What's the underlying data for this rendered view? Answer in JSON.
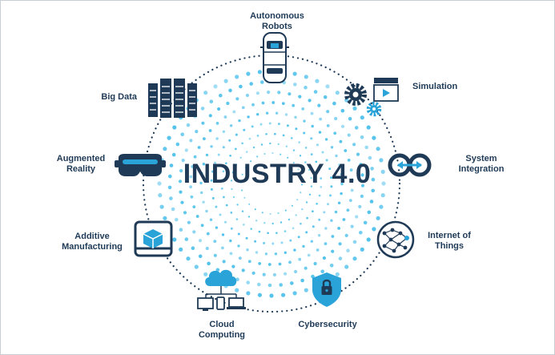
{
  "title": "INDUSTRY 4.0",
  "colors": {
    "navy": "#1f3a56",
    "accent_blue": "#2aa3d8",
    "dot_blue": "#55c3ec",
    "background": "#ffffff"
  },
  "components": [
    {
      "icon": "car-icon",
      "lines": [
        "Autonomous",
        "Robots"
      ]
    },
    {
      "icon": "gears-clapperboard-icon",
      "lines": [
        "Simulation"
      ]
    },
    {
      "icon": "linked-rings-icon",
      "lines": [
        "System",
        "Integration"
      ]
    },
    {
      "icon": "network-brain-icon",
      "lines": [
        "Internet of",
        "Things"
      ]
    },
    {
      "icon": "shield-lock-icon",
      "lines": [
        "Cybersecurity"
      ]
    },
    {
      "icon": "cloud-devices-icon",
      "lines": [
        "Cloud",
        "Computing"
      ]
    },
    {
      "icon": "cube-printer-icon",
      "lines": [
        "Additive",
        "Manufacturing"
      ]
    },
    {
      "icon": "vr-headset-icon",
      "lines": [
        "Augmented",
        "Reality"
      ]
    },
    {
      "icon": "server-racks-icon",
      "lines": [
        "Big Data"
      ]
    }
  ]
}
